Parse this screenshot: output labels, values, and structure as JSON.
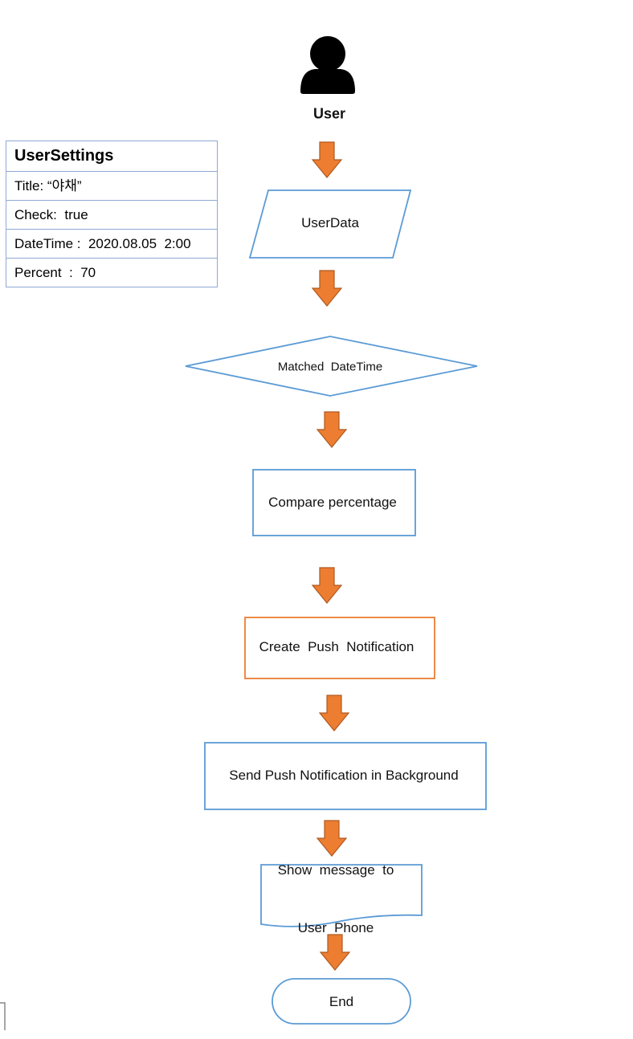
{
  "user": {
    "label": "User",
    "icon": "user-icon"
  },
  "settings": {
    "title": "UserSettings",
    "rows": [
      "Title: “야채”",
      "Check:  true",
      "DateTime :  2020.08.05  2:00",
      "Percent  :  70"
    ]
  },
  "steps": {
    "user_data": "UserData",
    "matched": "Matched  DateTime",
    "compare": "Compare percentage",
    "create": "Create  Push  Notification",
    "send": "Send Push Notification in Background",
    "show_line1": "Show  message  to",
    "show_line2": "User  Phone",
    "end": "End"
  },
  "colors": {
    "shape_border": "#5b9bd5",
    "create_border": "#ed7d31",
    "arrow_fill": "#ed7d31",
    "arrow_stroke": "#ae5a21"
  }
}
